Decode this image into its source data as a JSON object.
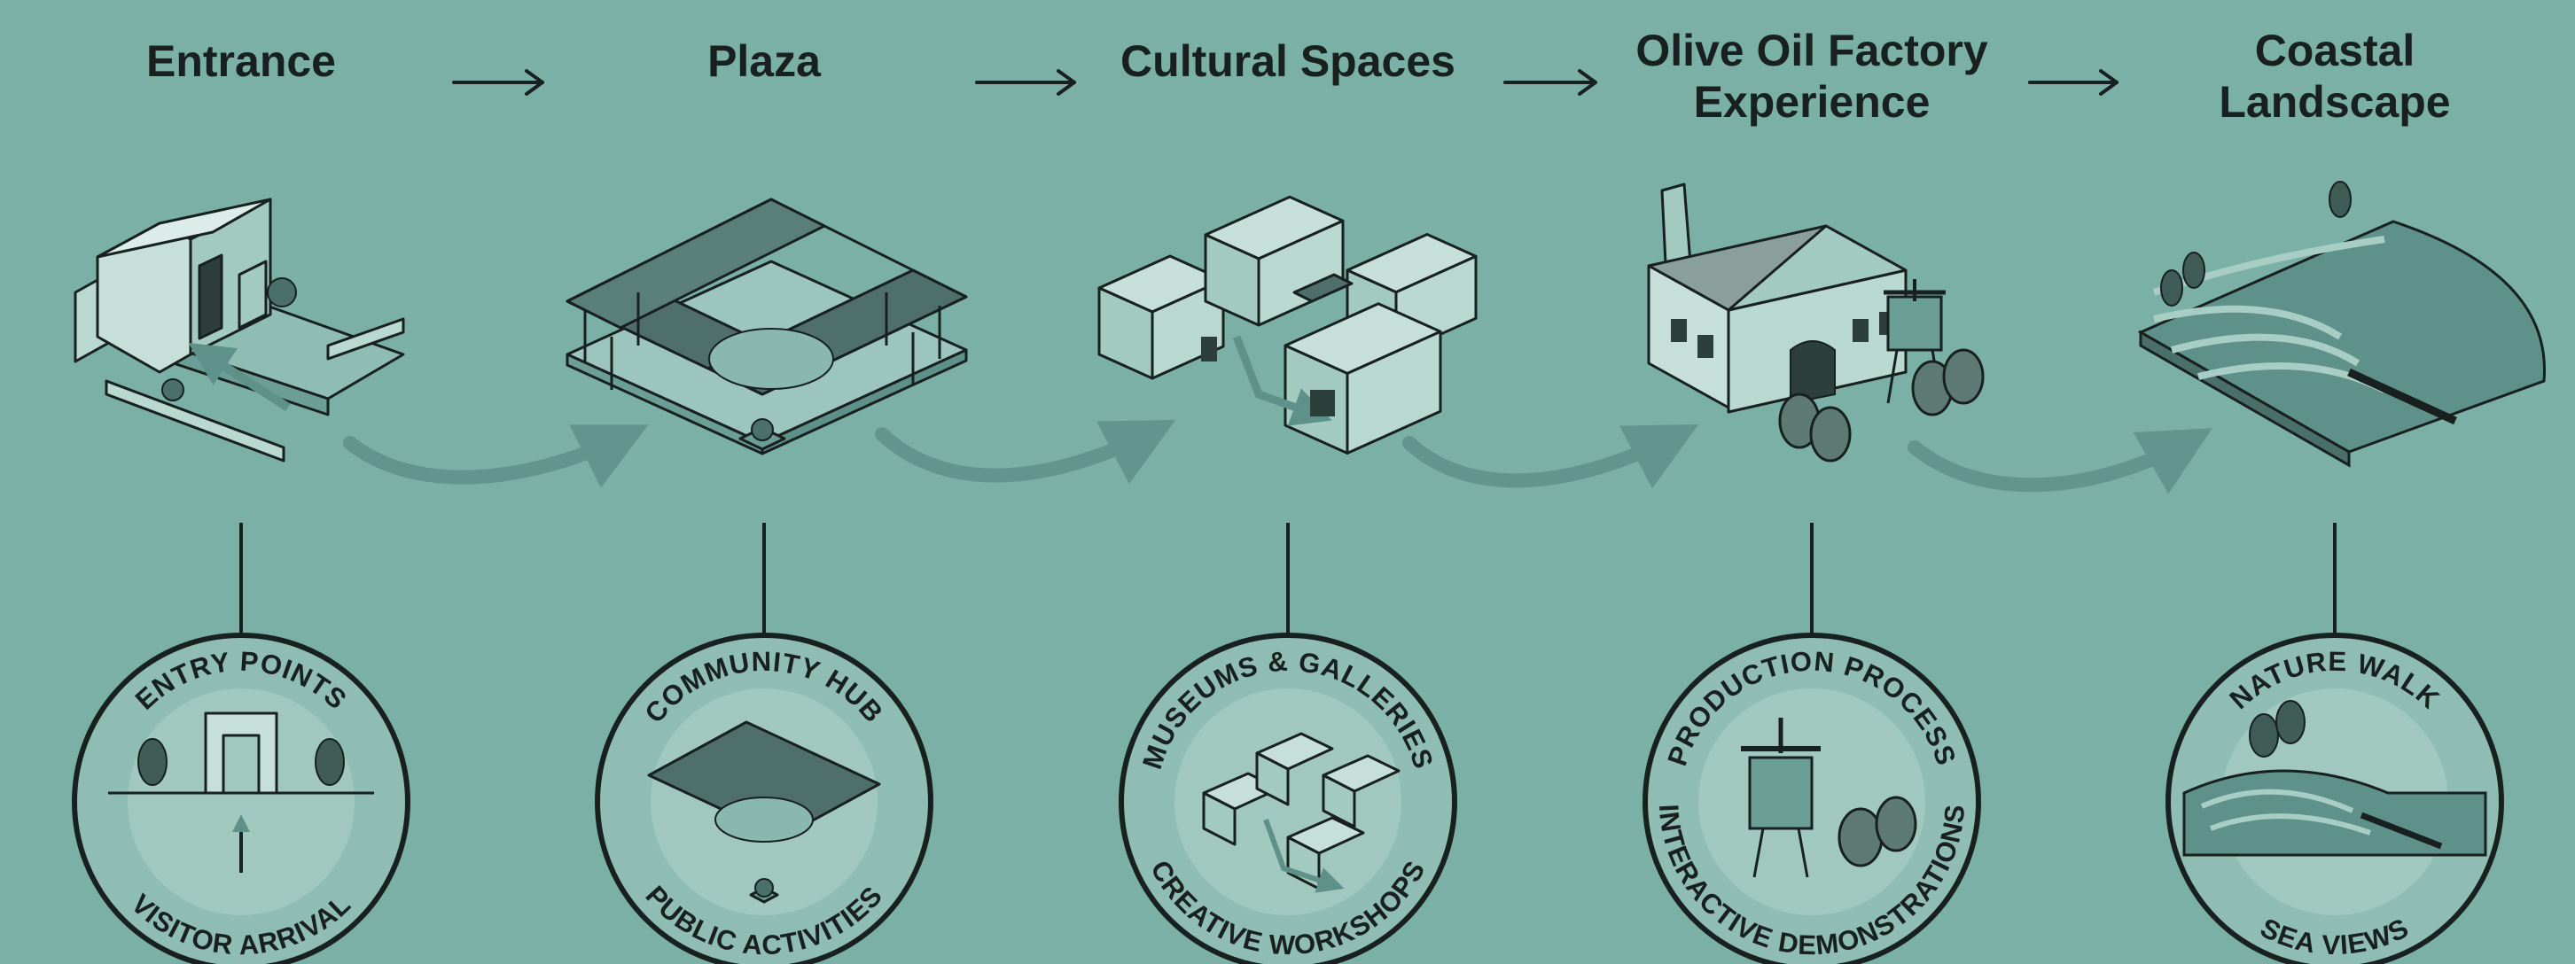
{
  "flow": {
    "stages": [
      {
        "title": "Entrance",
        "top_label": "ENTRY POINTS",
        "bottom_label": "VISITOR ARRIVAL"
      },
      {
        "title": "Plaza",
        "top_label": "COMMUNITY HUB",
        "bottom_label": "PUBLIC ACTIVITIES"
      },
      {
        "title": "Cultural Spaces",
        "top_label": "MUSEUMS & GALLERIES",
        "bottom_label": "CREATIVE WORKSHOPS"
      },
      {
        "title": "Olive Oil Factory Experience",
        "top_label": "PRODUCTION PROCESS",
        "bottom_label": "INTERACTIVE DEMONSTRATIONS"
      },
      {
        "title": "Coastal Landscape",
        "top_label": "NATURE WALK",
        "bottom_label": "SEA VIEWS"
      }
    ],
    "connector": "→"
  },
  "palette": {
    "background": "#7ab0a6",
    "ink": "#18211f",
    "circle_fill": "#8fbdb3",
    "circle_inner": "#a7cdc4",
    "flow_arrow": "#5e918a"
  },
  "icons": [
    "entrance-gate-icon",
    "plaza-pergola-icon",
    "cultural-buildings-icon",
    "olive-oil-factory-icon",
    "coastal-landscape-icon"
  ]
}
